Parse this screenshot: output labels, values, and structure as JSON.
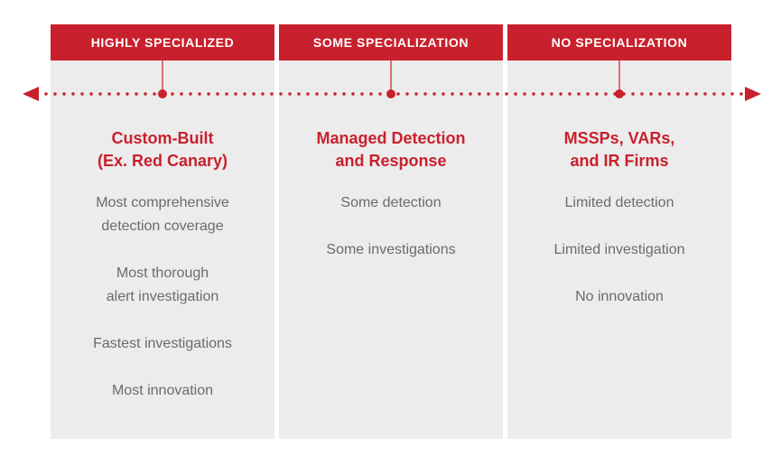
{
  "diagram": {
    "axis": {
      "left_arrow_icon": "arrow-left-icon",
      "right_arrow_icon": "arrow-right-icon",
      "style": "dotted"
    },
    "columns": [
      {
        "header": "HIGHLY SPECIALIZED",
        "title": "Custom-Built\n(Ex. Red Canary)",
        "items": [
          "Most comprehensive\ndetection coverage",
          "Most thorough\nalert investigation",
          "Fastest investigations",
          "Most innovation"
        ]
      },
      {
        "header": "SOME SPECIALIZATION",
        "title": "Managed Detection\nand Response",
        "items": [
          "Some detection",
          "Some investigations"
        ]
      },
      {
        "header": "NO SPECIALIZATION",
        "title": "MSSPs, VARs,\nand IR Firms",
        "items": [
          "Limited detection",
          "Limited investigation",
          "No innovation"
        ]
      }
    ],
    "colors": {
      "red": "#C9202D",
      "panel_bg": "#ECECEC",
      "body_text": "#6B6B6B",
      "header_text": "#FFFFFF"
    }
  }
}
